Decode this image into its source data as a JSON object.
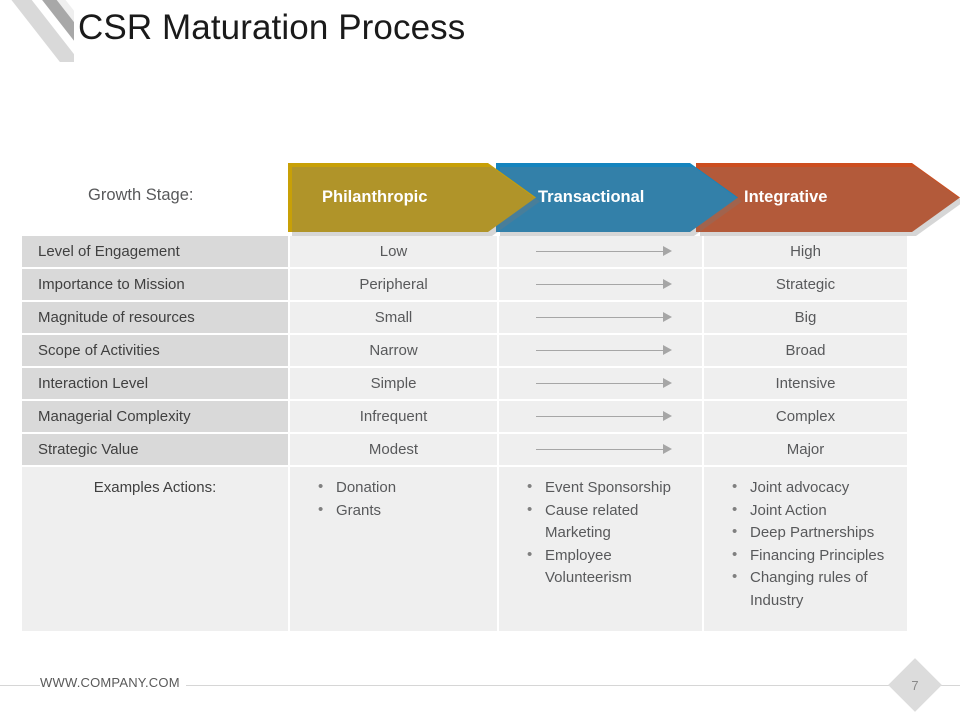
{
  "slide": {
    "title": "CSR Maturation Process",
    "stage_label": "Growth Stage:"
  },
  "colors": {
    "stage_1": "#C8A006",
    "stage_2": "#1484BE",
    "stage_3": "#CC4D1E",
    "label_cell": "#D9D9D9",
    "value_cell": "#EFEFEF",
    "arrow_gray": "#A6A6A6"
  },
  "stages": [
    {
      "label": "Philanthropic",
      "color": "#C8A006"
    },
    {
      "label": "Transactional",
      "color": "#1484BE"
    },
    {
      "label": "Integrative",
      "color": "#CC4D1E"
    }
  ],
  "rows": [
    {
      "label": "Level of Engagement",
      "left": "Low",
      "right": "High"
    },
    {
      "label": "Importance to Mission",
      "left": "Peripheral",
      "right": "Strategic"
    },
    {
      "label": "Magnitude of resources",
      "left": "Small",
      "right": "Big"
    },
    {
      "label": "Scope of Activities",
      "left": "Narrow",
      "right": "Broad"
    },
    {
      "label": "Interaction Level",
      "left": "Simple",
      "right": "Intensive"
    },
    {
      "label": "Managerial Complexity",
      "left": "Infrequent",
      "right": "Complex"
    },
    {
      "label": "Strategic Value",
      "left": "Modest",
      "right": "Major"
    }
  ],
  "examples": {
    "label": "Examples Actions:",
    "philanthropic": [
      "Donation",
      "Grants"
    ],
    "transactional": [
      "Event Sponsorship",
      "Cause related Marketing",
      "Employee Volunteerism"
    ],
    "integrative": [
      "Joint advocacy",
      "Joint Action",
      "Deep Partnerships",
      "Financing Principles",
      "Changing rules of Industry"
    ]
  },
  "footer": {
    "url": "WWW.COMPANY.COM",
    "page": "7"
  }
}
